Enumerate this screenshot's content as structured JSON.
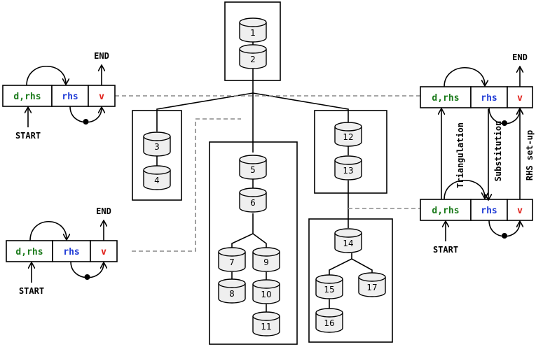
{
  "nodes": [
    "1",
    "2",
    "3",
    "4",
    "5",
    "6",
    "7",
    "8",
    "9",
    "10",
    "11",
    "12",
    "13",
    "14",
    "15",
    "16",
    "17"
  ],
  "sequence": {
    "cell1": "d,rhs",
    "cell2": "rhs",
    "cell3": "v",
    "start": "START",
    "end": "END"
  },
  "right_labels": {
    "triangulation": "Triangulation",
    "substitution": "Substitution",
    "rhs_setup": "RHS set-up"
  },
  "colors": {
    "cell1": "#1a7a1a",
    "cell2": "#1f3bd6",
    "cell3": "#e0201a",
    "dash": "#888888"
  }
}
